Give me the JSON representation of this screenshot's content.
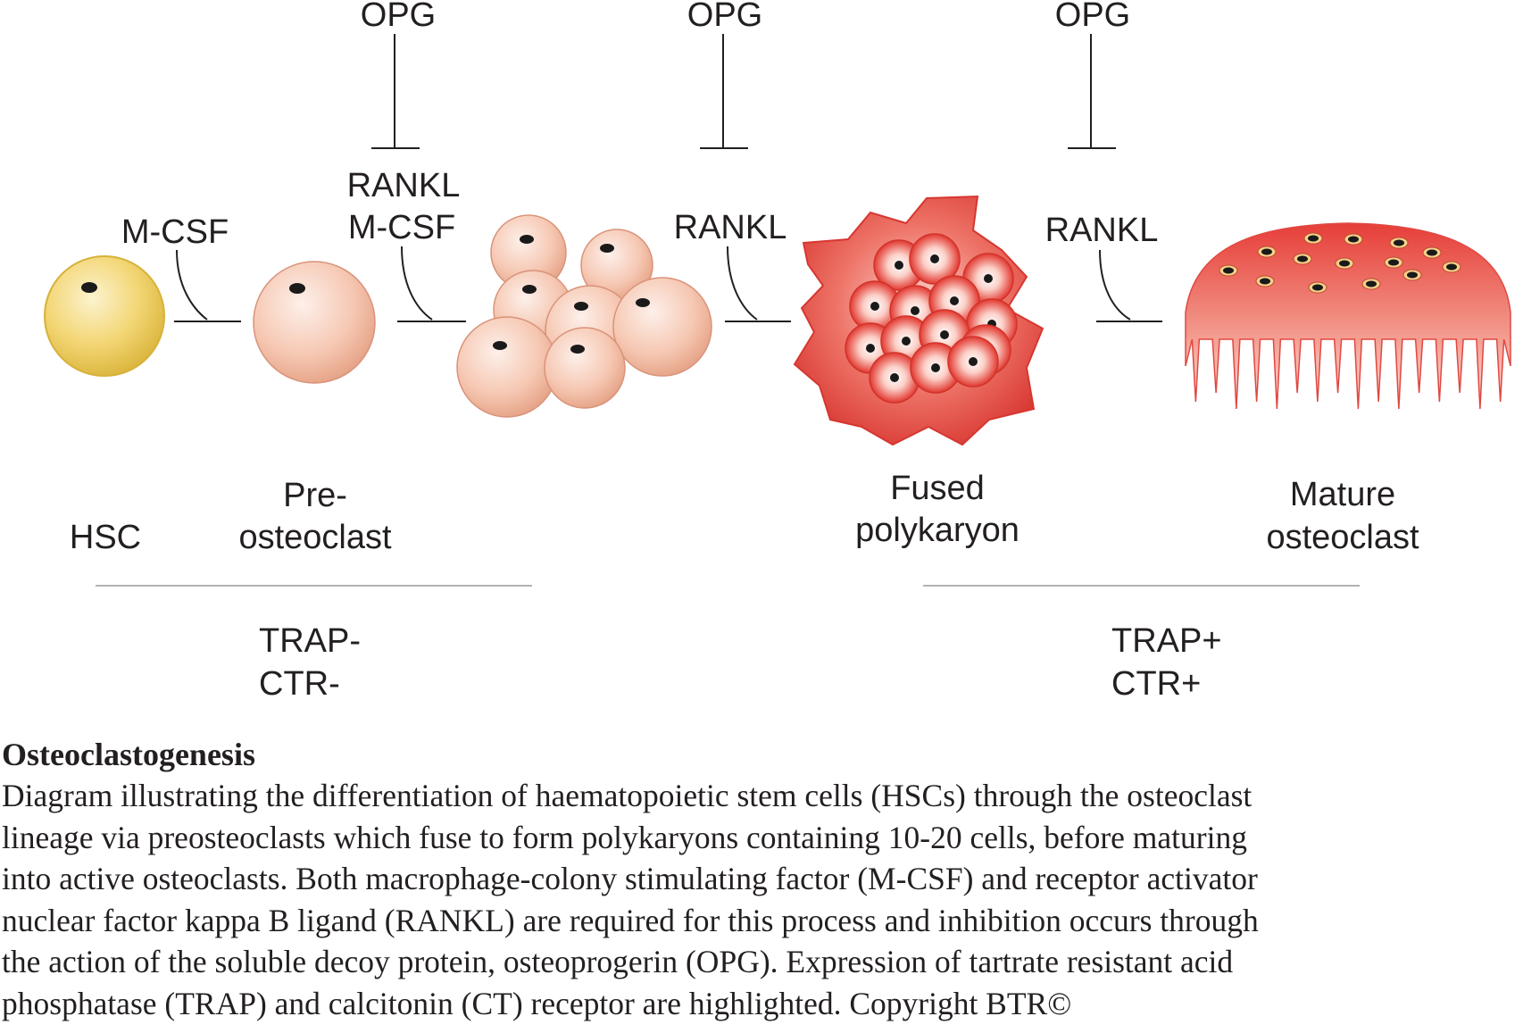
{
  "diagram": {
    "inhibitor_labels": [
      "OPG",
      "OPG",
      "OPG"
    ],
    "factor_labels": {
      "step1": "M-CSF",
      "step2_line1": "RANKL",
      "step2_line2": "M-CSF",
      "step3": "RANKL",
      "step4": "RANKL"
    },
    "stage_labels": {
      "hsc": "HSC",
      "pre_line1": "Pre-",
      "pre_line2": "osteoclast",
      "fused_line1": "Fused",
      "fused_line2": "polykaryon",
      "mature_line1": "Mature",
      "mature_line2": "osteoclast"
    },
    "marker_groups": {
      "negative_line1": "TRAP-",
      "negative_line2": "CTR-",
      "positive_line1": "TRAP+",
      "positive_line2": "CTR+"
    },
    "colors": {
      "hsc_cell": "#f3d675",
      "pre_cell": "#f6c4ae",
      "fused_cell": "#e8504a",
      "mature_cell": "#e85a55",
      "nucleus": "#1a1a1a"
    }
  },
  "caption": {
    "title": "Osteoclastogenesis",
    "body": "Diagram illustrating the differentiation of haematopoietic stem cells (HSCs) through the osteoclast\nlineage via preosteoclasts which fuse to form polykaryons containing 10-20 cells, before maturing\ninto active osteoclasts.  Both macrophage-colony stimulating factor (M-CSF) and receptor activator\nnuclear factor kappa B ligand (RANKL) are required for this process and inhibition occurs through\nthe action of the soluble decoy protein, osteoprogerin (OPG).  Expression of tartrate resistant acid\nphosphatase (TRAP) and calcitonin (CT) receptor are highlighted. Copyright BTR©"
  }
}
